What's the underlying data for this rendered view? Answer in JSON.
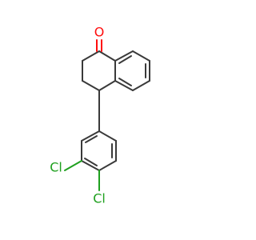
{
  "molecule": {
    "atoms": [
      {
        "label": "O",
        "color": "#ff0d0d"
      },
      {
        "label": "Cl",
        "color": "#1fa01f"
      },
      {
        "label": "Cl",
        "color": "#1fa01f"
      }
    ],
    "colors": {
      "bond": "#3a3a3a",
      "oxygen": "#ff0d0d",
      "chlorine": "#1fa01f",
      "background": "#ffffff"
    }
  }
}
